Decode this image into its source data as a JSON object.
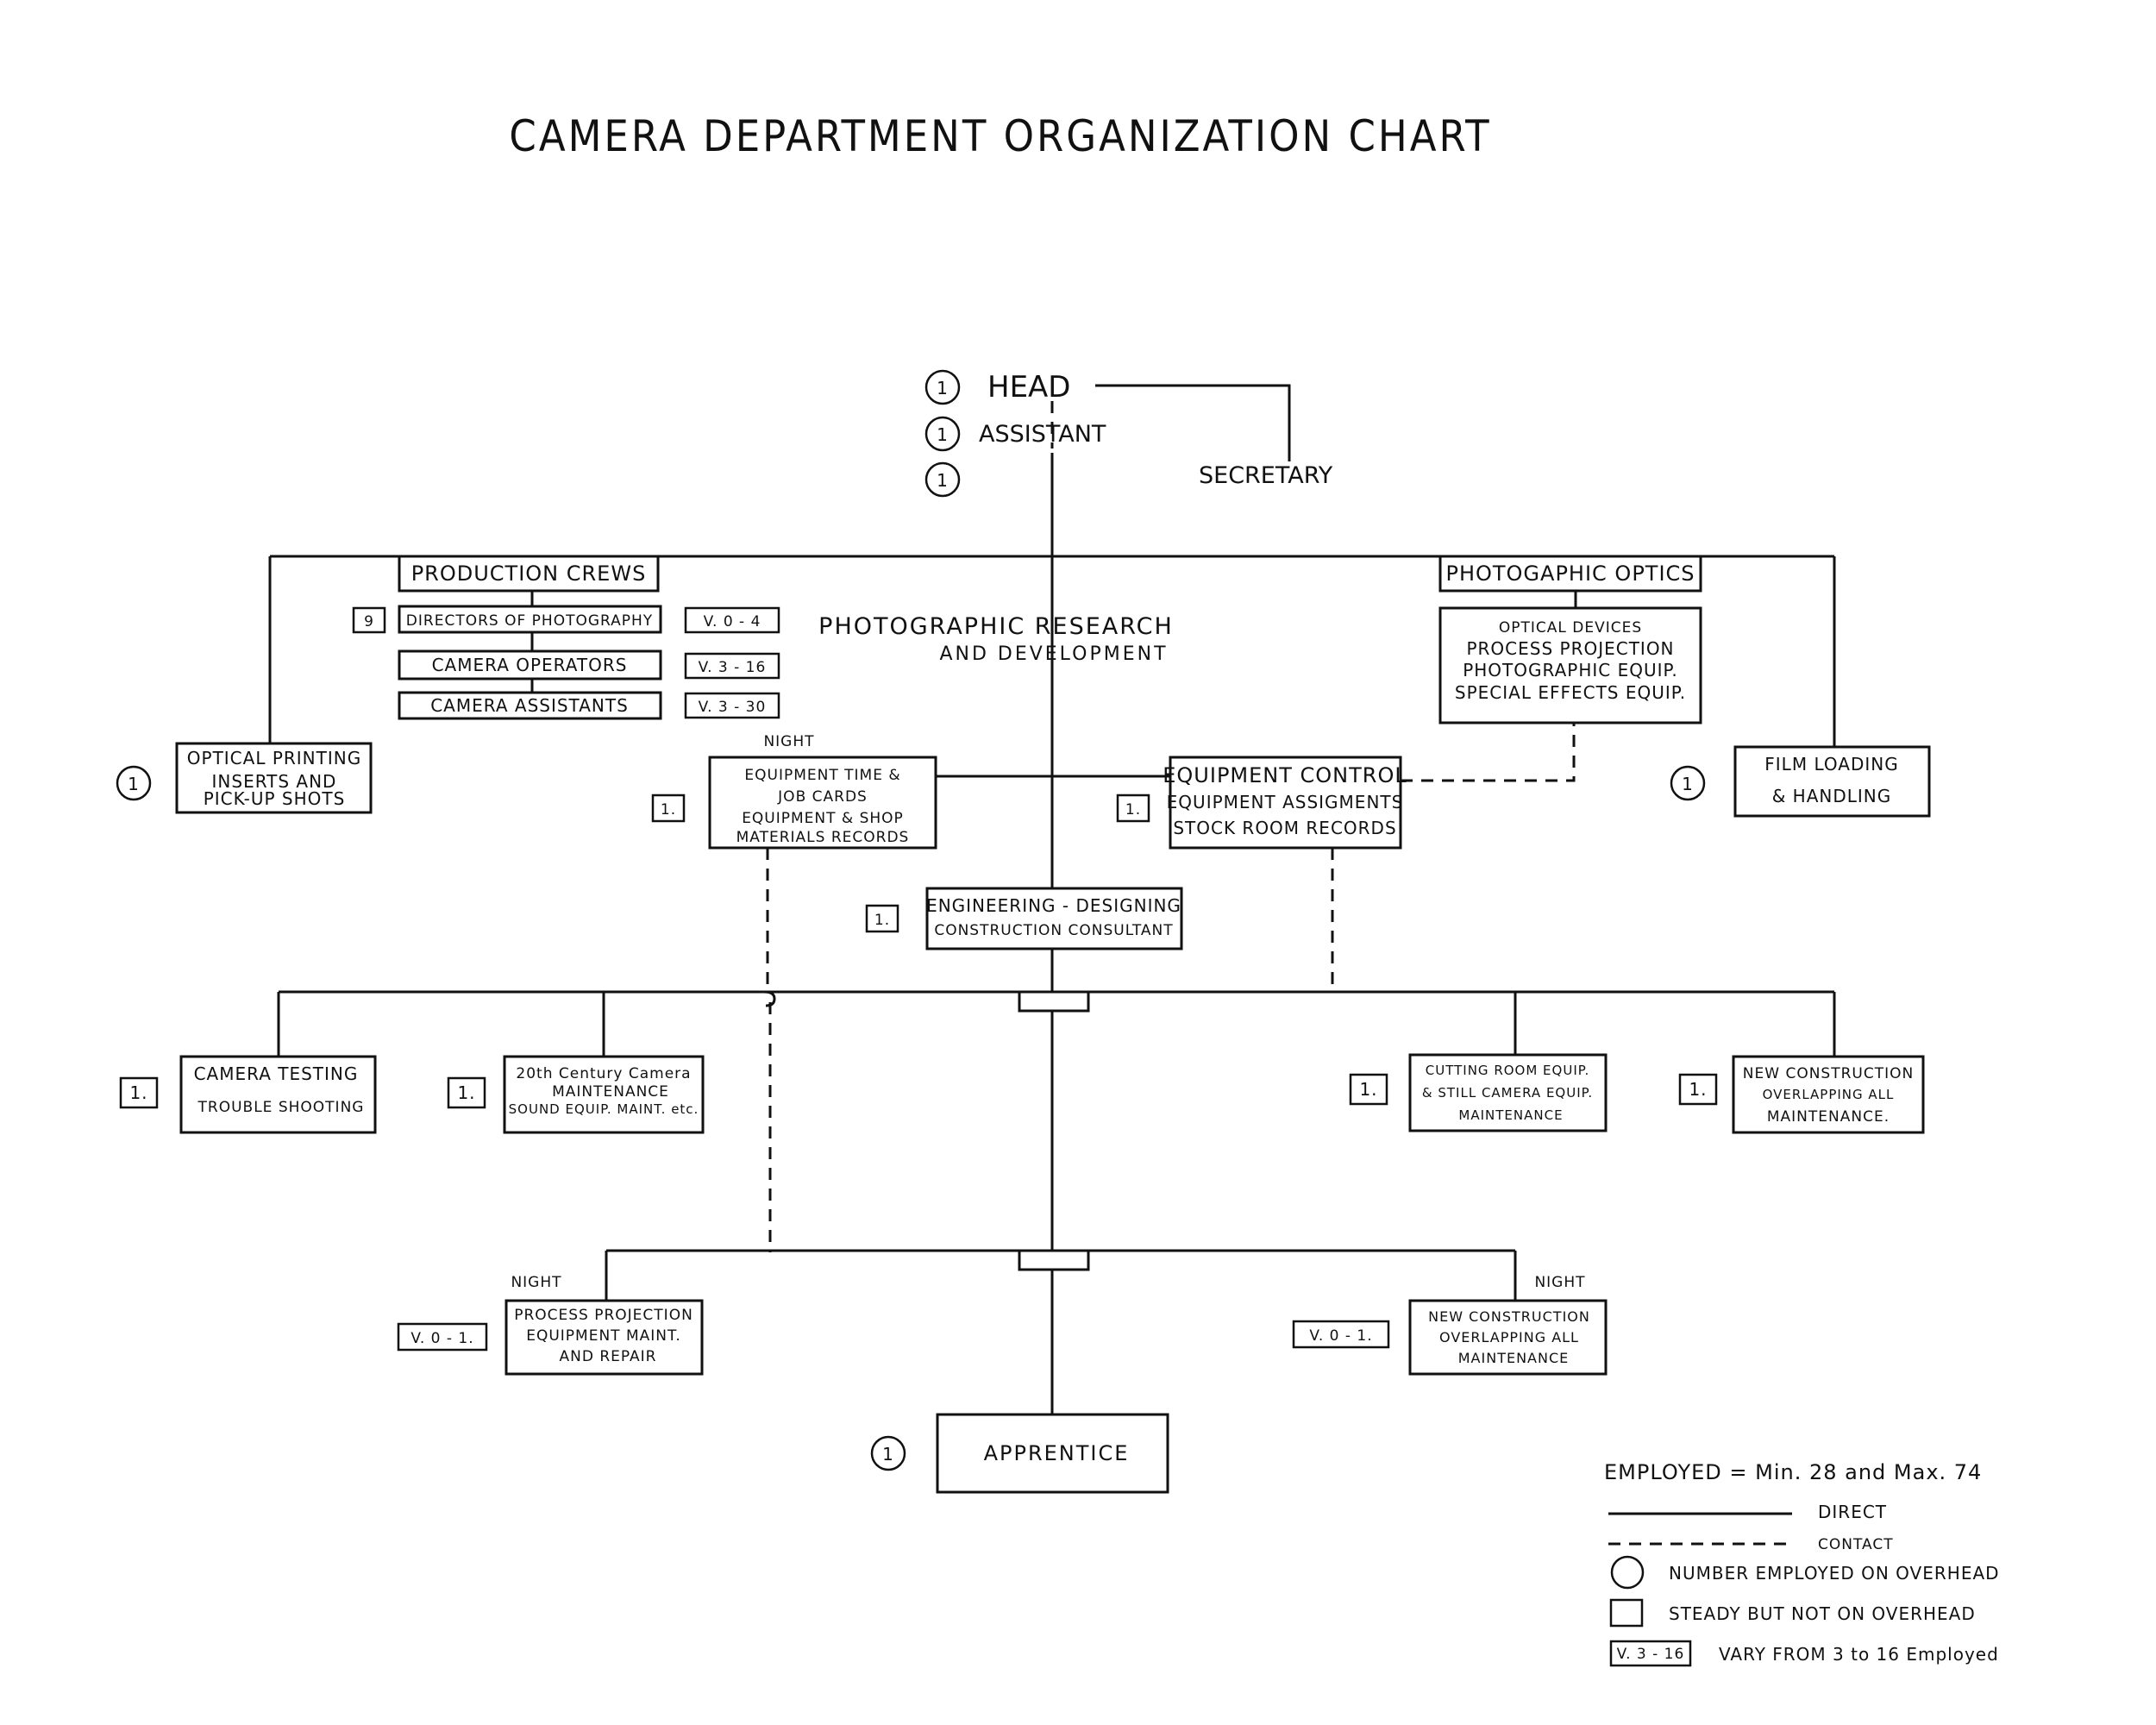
{
  "title": "CAMERA DEPARTMENT   ORGANIZATION   CHART",
  "top": {
    "head": {
      "label": "HEAD",
      "count": "1"
    },
    "assistant": {
      "label": "ASSISTANT",
      "count": "1"
    },
    "third_count": "1",
    "secretary": "SECRETARY"
  },
  "production_crews": {
    "header": "PRODUCTION CREWS",
    "rows": [
      {
        "label": "DIRECTORS OF PHOTOGRAPHY",
        "steady": "9",
        "vary": "V. 0 - 4"
      },
      {
        "label": "CAMERA OPERATORS",
        "vary": "V. 3 - 16"
      },
      {
        "label": "CAMERA ASSISTANTS",
        "vary": "V. 3 - 30"
      }
    ]
  },
  "research": {
    "line1": "PHOTOGRAPHIC RESEARCH",
    "line2": "AND   DEVELOPMENT"
  },
  "optics": {
    "header": "PHOTOGAPHIC OPTICS",
    "lines": [
      "OPTICAL DEVICES",
      "PROCESS PROJECTION",
      "PHOTOGRAPHIC EQUIP.",
      "SPECIAL EFFECTS EQUIP."
    ]
  },
  "optical_printing": {
    "count": "1",
    "lines": [
      "OPTICAL PRINTING",
      "INSERTS AND",
      "PICK-UP SHOTS"
    ]
  },
  "film_loading": {
    "count": "1",
    "lines": [
      "FILM LOADING",
      "& HANDLING"
    ]
  },
  "equipment_time": {
    "night": "NIGHT",
    "count": "1.",
    "lines": [
      "EQUIPMENT TIME &",
      "JOB CARDS",
      "EQUIPMENT & SHOP",
      "MATERIALS RECORDS"
    ]
  },
  "equipment_control": {
    "count": "1.",
    "lines": [
      "EQUIPMENT CONTROL",
      "EQUIPMENT ASSIGMENTS",
      "STOCK ROOM RECORDS"
    ]
  },
  "engineering": {
    "count": "1.",
    "lines": [
      "ENGINEERING - DESIGNING",
      "CONSTRUCTION CONSULTANT"
    ]
  },
  "row2": [
    {
      "count": "1.",
      "lines": [
        "CAMERA TESTING",
        "TROUBLE SHOOTING"
      ]
    },
    {
      "count": "1.",
      "lines": [
        "20th Century Camera",
        "MAINTENANCE",
        "SOUND EQUIP. MAINT. etc."
      ]
    },
    {
      "count": "1.",
      "lines": [
        "CUTTING ROOM EQUIP.",
        "& STILL CAMERA EQUIP.",
        "MAINTENANCE"
      ]
    },
    {
      "count": "1.",
      "lines": [
        "NEW CONSTRUCTION",
        "OVERLAPPING ALL",
        "MAINTENANCE."
      ]
    }
  ],
  "row3": [
    {
      "night": "NIGHT",
      "vary": "V. 0 - 1.",
      "lines": [
        "PROCESS PROJECTION",
        "EQUIPMENT MAINT.",
        "AND REPAIR"
      ]
    },
    {
      "night": "NIGHT",
      "vary": "V. 0 - 1.",
      "lines": [
        "NEW CONSTRUCTION",
        "OVERLAPPING ALL",
        "MAINTENANCE"
      ]
    }
  ],
  "apprentice": {
    "count": "1",
    "label": "APPRENTICE"
  },
  "legend": {
    "employed": "EMPLOYED  =  Min. 28  and  Max. 74",
    "direct": "DIRECT",
    "contact": "CONTACT",
    "circle": "NUMBER EMPLOYED ON OVERHEAD",
    "square": "STEADY BUT NOT ON OVERHEAD",
    "vary_tag": "V. 3 - 16",
    "vary": "VARY FROM 3 to 16 Employed"
  },
  "colors": {
    "ink": "#111111",
    "paper": "#ffffff"
  }
}
